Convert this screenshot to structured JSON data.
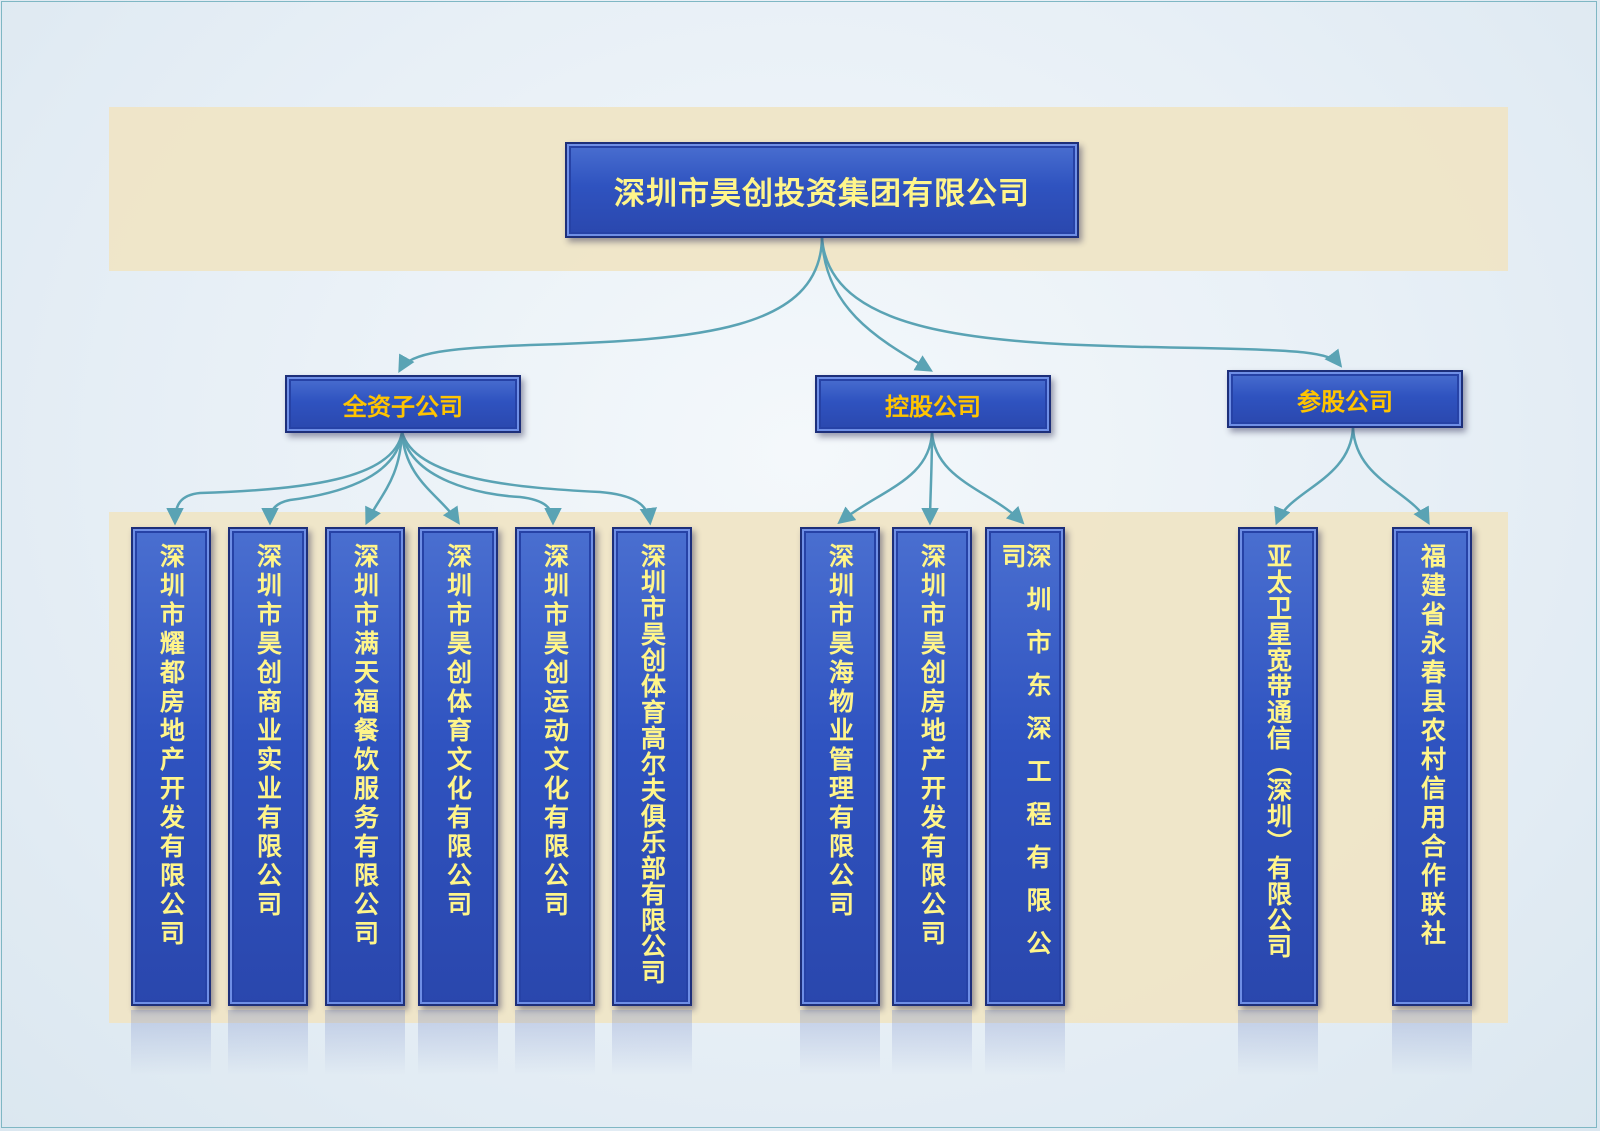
{
  "root": {
    "label": "深圳市昊创投资集团有限公司"
  },
  "categories": [
    {
      "key": "wholly",
      "label": "全资子公司"
    },
    {
      "key": "holding",
      "label": "控股公司"
    },
    {
      "key": "share",
      "label": "参股公司"
    }
  ],
  "companies": [
    {
      "label": "深圳市耀都房地产开发有限公司",
      "parent": "wholly"
    },
    {
      "label": "深圳市昊创商业实业有限公司",
      "parent": "wholly"
    },
    {
      "label": "深圳市满天福餐饮服务有限公司",
      "parent": "wholly"
    },
    {
      "label": "深圳市昊创体育文化有限公司",
      "parent": "wholly"
    },
    {
      "label": "深圳市昊创运动文化有限公司",
      "parent": "wholly"
    },
    {
      "label": "深圳市昊创体育高尔夫俱乐部有限公司",
      "parent": "wholly"
    },
    {
      "label": "深圳市昊海物业管理有限公司",
      "parent": "holding"
    },
    {
      "label": "深圳市昊创房地产开发有限公司",
      "parent": "holding"
    },
    {
      "label": "深圳市东深工程有限公司",
      "parent": "holding"
    },
    {
      "label": "亚太卫星宽带通信（深圳）有限公司",
      "parent": "share"
    },
    {
      "label": "福建省永春县农村信用合作联社",
      "parent": "share"
    }
  ],
  "colors": {
    "box_fill": "#3253c2",
    "box_text": "#fff58a",
    "category_text": "#ffc400",
    "band": "#efe5c6",
    "connector": "#5aa3b4"
  }
}
